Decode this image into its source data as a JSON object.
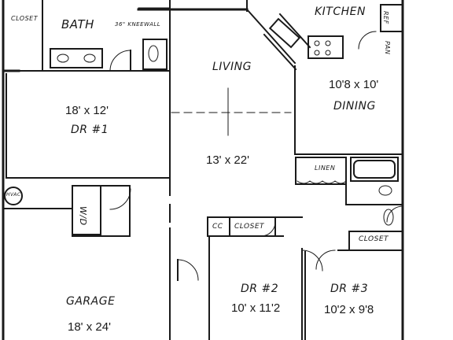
{
  "rooms": {
    "closet_top": "CLOSET",
    "bath": "BATH",
    "kneewall": "36\" KNEEWALL",
    "kitchen": "KITCHEN",
    "ref": "REF",
    "pan": "PAN",
    "living": "LIVING",
    "dining": "DINING",
    "dining_dim": "10'8 x 10'",
    "dr1_dim": "18' x 12'",
    "dr1": "DR #1",
    "living_dim": "13' x 22'",
    "linen": "LINEN",
    "hvac": "HVAC",
    "wd": "W/D",
    "cc": "CC",
    "closet_mid": "CLOSET",
    "closet_right": "CLOSET",
    "garage": "GARAGE",
    "garage_dim": "18' x 24'",
    "dr2": "DR #2",
    "dr2_dim": "10' x 11'2",
    "dr3": "DR #3",
    "dr3_dim": "10'2 x 9'8"
  }
}
